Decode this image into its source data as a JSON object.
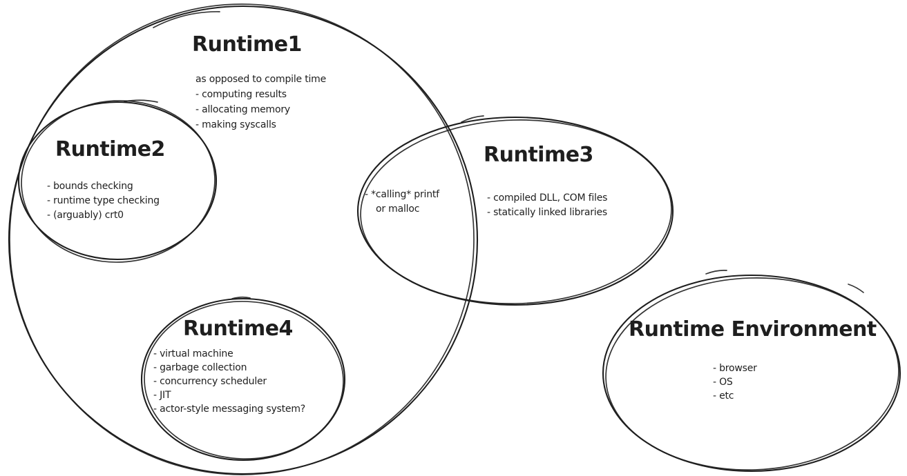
{
  "canvas": {
    "background_color": "#ffffff",
    "stroke_color": "#1e1e1e"
  },
  "bubbles": {
    "runtime1": {
      "title": "Runtime1",
      "items": [
        "as opposed to compile time",
        "- computing results",
        "- allocating memory",
        "- making syscalls"
      ]
    },
    "runtime2": {
      "title": "Runtime2",
      "items": [
        "- bounds checking",
        "- runtime type checking",
        "- (arguably) crt0"
      ]
    },
    "runtime3": {
      "title": "Runtime3",
      "items": [
        "- compiled DLL, COM files",
        "- statically linked libraries"
      ]
    },
    "runtime1_runtime3_overlap": {
      "items": [
        "- *calling* printf",
        "or malloc"
      ]
    },
    "runtime4": {
      "title": "Runtime4",
      "items": [
        "- virtual machine",
        "- garbage collection",
        "- concurrency scheduler",
        "- JIT",
        "- actor-style messaging system?"
      ]
    },
    "runtime_environment": {
      "title": "Runtime Environment",
      "items": [
        "- browser",
        "- OS",
        "- etc"
      ]
    }
  }
}
